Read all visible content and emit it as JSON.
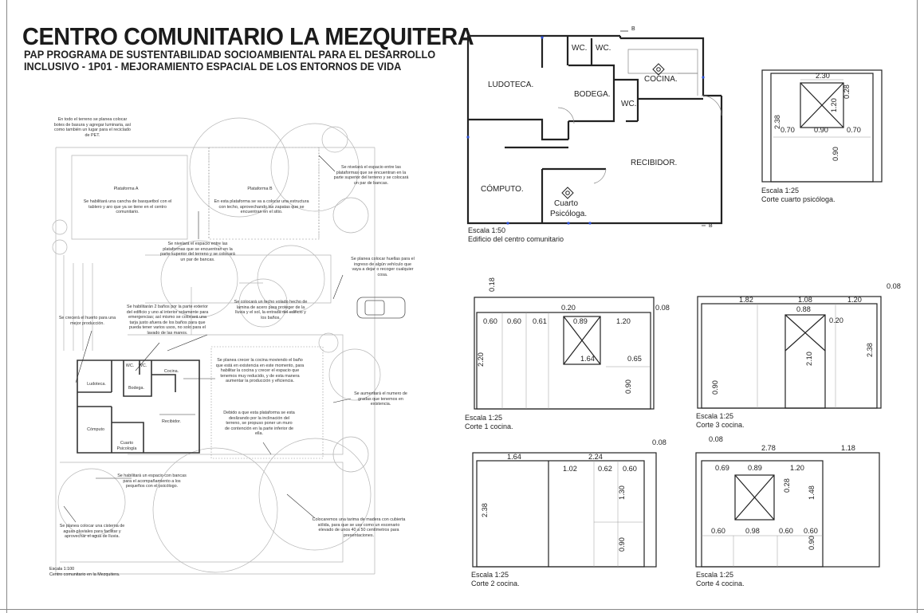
{
  "title": "CENTRO COMUNITARIO LA MEZQUITERA",
  "subtitle_line1": "PAP PROGRAMA DE SUSTENTABILIDAD SOCIOAMBIENTAL PARA EL DESARROLLO",
  "subtitle_line2": "INCLUSIVO - 1P01 - MEJORAMIENTO ESPACIAL DE LOS ENTORNOS DE VIDA",
  "site_plan": {
    "notes": {
      "n1": "En todo el terreno se planea colocar botes de basura y agregar luminaria, así como también un lugar para el reciclado de PET.",
      "plat_a_title": "Plataforma A",
      "plat_a_text": "Se habilitará una cancha de basquetbol con el tablero y aro que ya se tiene en el centro comunitario.",
      "plat_b_title": "Plataforma B",
      "plat_b_text": "En esta plataforma se va a colocar una estructura con techo, aprovechando las zapatas que se encuentran en el sitio.",
      "n_right1": "Se nivelará el espacio entre las plataformas que se encuentran en la parte superior del terreno y se colocará un par de bancas.",
      "n_mid1": "Se nivelará el espacio entre las plataformas que se encuentran en la parte superior del terreno y se colocará un par de bancas.",
      "n_right2": "Se planea colocar huellas para el ingreso de algún vehículo que vaya a dejar o recoger cualquier cosa.",
      "n_left1": "Se crecerá el huerto para una mejor producción.",
      "n_banos": "Se habilitarán 2 baños por la parte exterior del edificio y uno al interior solamente para emergencias; así mismo se colocará una tarja justo afuera de los baños para que pueda tener varios usos, no solo para el lavado de las manos.",
      "n_techo": "Se colocará un techo volado hecho de lamina de acero para proteger de la lluvia y el sol, la entrada del edificio y los baños.",
      "n_cocina": "Se planea crecer la cocina moviendo el baño que está en existencia en este momento, para habilitar la cocina y crecer el espacio que tenemos muy reducido, y de esta manera aumentar la producción y eficiencia.",
      "n_gradas": "Se aumentará el numero de gradas que tenemos en existencia.",
      "n_muro": "Debido a que esta plataforma se esta deslizando por la inclinación del terreno, se propuso poner un muro de contención en la parte inferior de ella.",
      "n_bancas": "Se habilitará un espacio con bancas para el acompañamiento a los pequeños con el psicólogo.",
      "n_cisterna": "Se planea colocar una cisterna de aguas pluviales para facilitar y aprovechar el agua de lluvia.",
      "n_tarima": "Colocaremos una tarima de madera con cubierta sólida, para que se use como un escenario elevado de unos 40 a 50 centímetros para presentaciones."
    },
    "rooms": {
      "wc1": "WC.",
      "wc2": "WC.",
      "cocina": "Cocina.",
      "ludoteca": "Ludoteca.",
      "bodega": "Bodega.",
      "computo": "Cómputo",
      "recibidor": "Recibidor.",
      "cuarto": "Cuarto Psicología"
    },
    "scale": "Escala 1:100",
    "caption": "Centro comunitario en la Mezquitera."
  },
  "floor_plan": {
    "rooms": {
      "wc1": "WC.",
      "wc2": "WC.",
      "ludoteca": "LUDOTECA.",
      "bodega": "BODEGA.",
      "cocina": "COCINA.",
      "wc3": "WC.",
      "recibidor": "RECIBIDOR.",
      "computo": "CÓMPUTO.",
      "cuarto1": "Cuarto",
      "cuarto2": "Psicóloga."
    },
    "section_mark": "B",
    "scale": "Escala 1:50",
    "caption": "Edificio del centro comunitario"
  },
  "cuts": {
    "cuarto": {
      "scale": "Escala 1:25",
      "caption": "Corte cuarto psicóloga.",
      "dims": [
        "2.30",
        "0.28",
        "1.20",
        "2.38",
        "0.70",
        "0.90",
        "0.70",
        "0.90"
      ]
    },
    "cocina1": {
      "scale": "Escala 1:25",
      "caption": "Corte 1 cocina.",
      "dims": [
        "0.18",
        "0.20",
        "0.08",
        "0.60",
        "0.60",
        "0.61",
        "0.89",
        "1.20",
        "2.20",
        "1.64",
        "0.65",
        "0.90"
      ]
    },
    "cocina3": {
      "scale": "Escala 1:25",
      "caption": "Corte 3 cocina.",
      "dims": [
        "0.08",
        "1.82",
        "1.08",
        "1.20",
        "0.88",
        "0.20",
        "2.10",
        "2.38",
        "0.90"
      ]
    },
    "cocina2": {
      "scale": "Escala 1:25",
      "caption": "Corte 2 cocina.",
      "dims": [
        "0.08",
        "1.64",
        "2.24",
        "1.02",
        "0.62",
        "0.60",
        "2.38",
        "1.30",
        "0.90"
      ]
    },
    "cocina4": {
      "scale": "Escala 1:25",
      "caption": "Corte 4 cocina.",
      "dims": [
        "0.08",
        "2.78",
        "1.18",
        "0.69",
        "0.89",
        "1.20",
        "0.28",
        "1.48",
        "0.60",
        "0.98",
        "0.60",
        "0.60",
        "0.90"
      ]
    }
  },
  "colors": {
    "ink": "#1a1a1a",
    "line": "#444444",
    "faint": "#b5b5b5",
    "marker": "#2b4fd6"
  }
}
